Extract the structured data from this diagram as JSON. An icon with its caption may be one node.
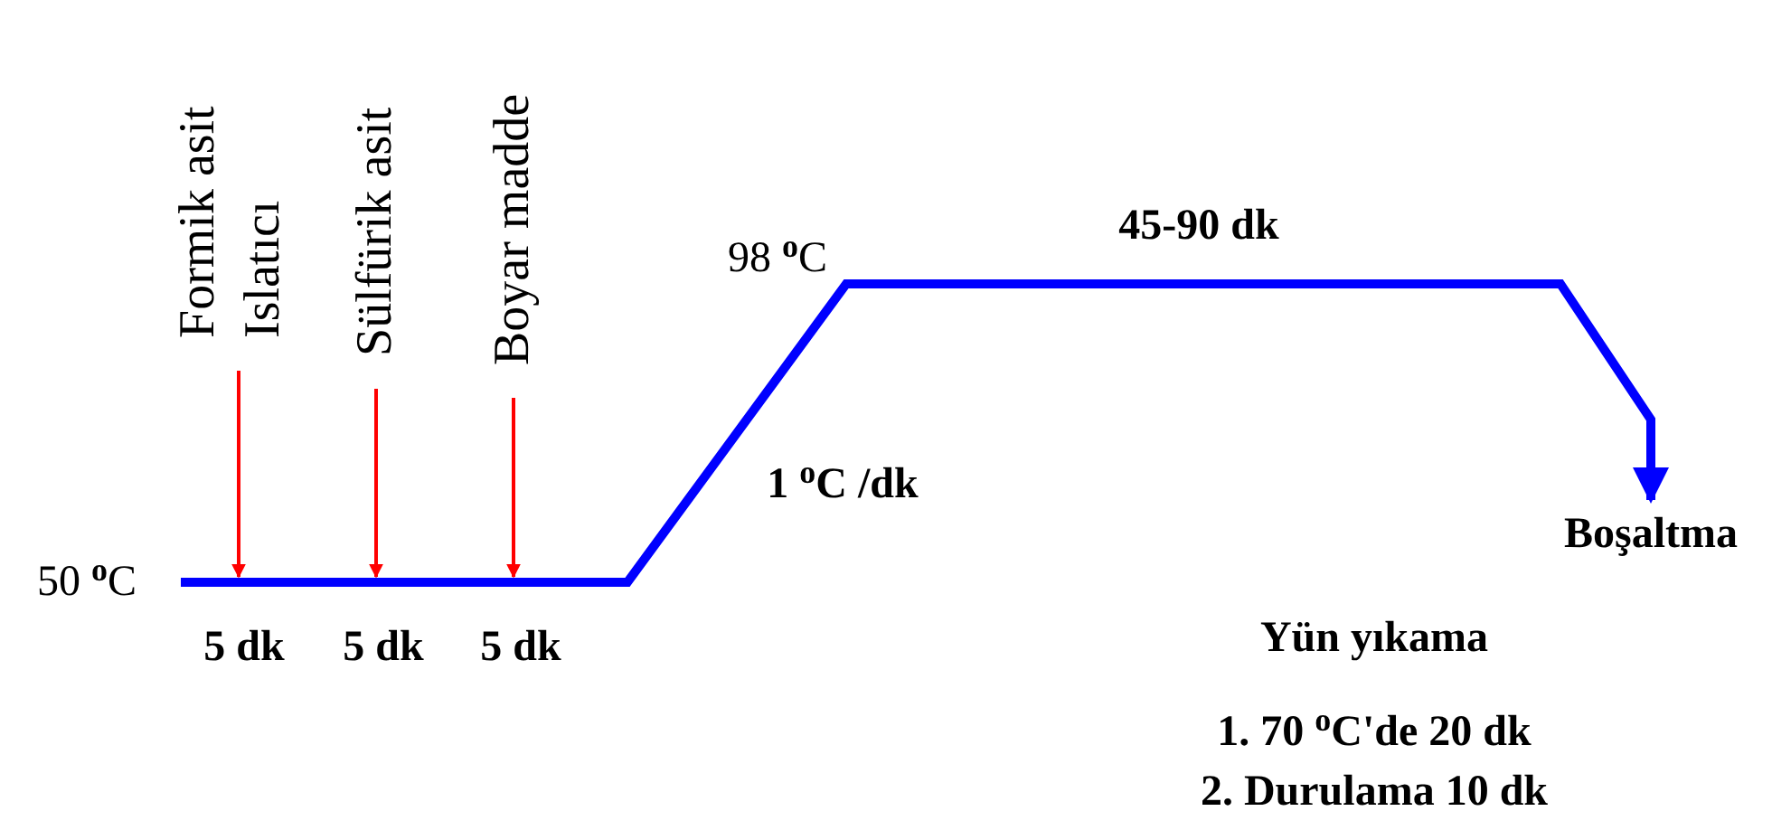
{
  "diagram": {
    "nodes": [
      {
        "text": [
          "Formik asit",
          "Islatıcı"
        ]
      },
      {
        "text": [
          "Sülfürik asit"
        ]
      },
      {
        "text": [
          "Boyar madde"
        ]
      },
      {
        "text": [
          "Boşaltma"
        ]
      }
    ],
    "edges": [
      {
        "from": 0,
        "to": null,
        "arrow": "to"
      },
      {
        "from": 1,
        "to": null,
        "arrow": "to"
      },
      {
        "from": 2,
        "to": null,
        "arrow": "to"
      },
      {
        "from": null,
        "to": 3,
        "arrow": "to",
        "style": "thick",
        "color": "#0000ff"
      }
    ],
    "labels": [
      "50 $^{o}$C",
      "5 dk",
      "5 dk",
      "5 dk",
      "98 $^{o}$C",
      "45-90 dk",
      "1 $^{o}$C /dk",
      "Yün yıkama",
      "1. 70 $^{o}$C'de 20 dk",
      "2. Durulama 10 dk"
    ]
  }
}
